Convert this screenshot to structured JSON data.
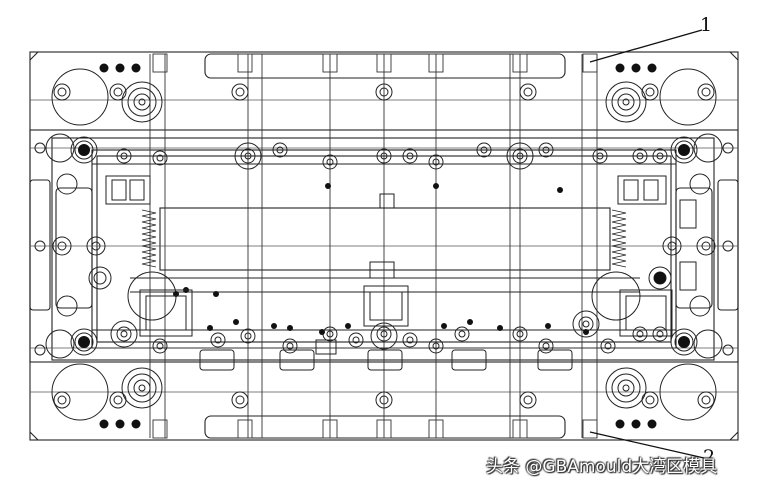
{
  "drawing": {
    "callouts": [
      {
        "label": "1"
      },
      {
        "label": "2"
      }
    ],
    "colors": {
      "line": "#222222",
      "background": "#ffffff"
    }
  },
  "watermark": {
    "text": "头条 @GBAmould大湾区模具"
  }
}
